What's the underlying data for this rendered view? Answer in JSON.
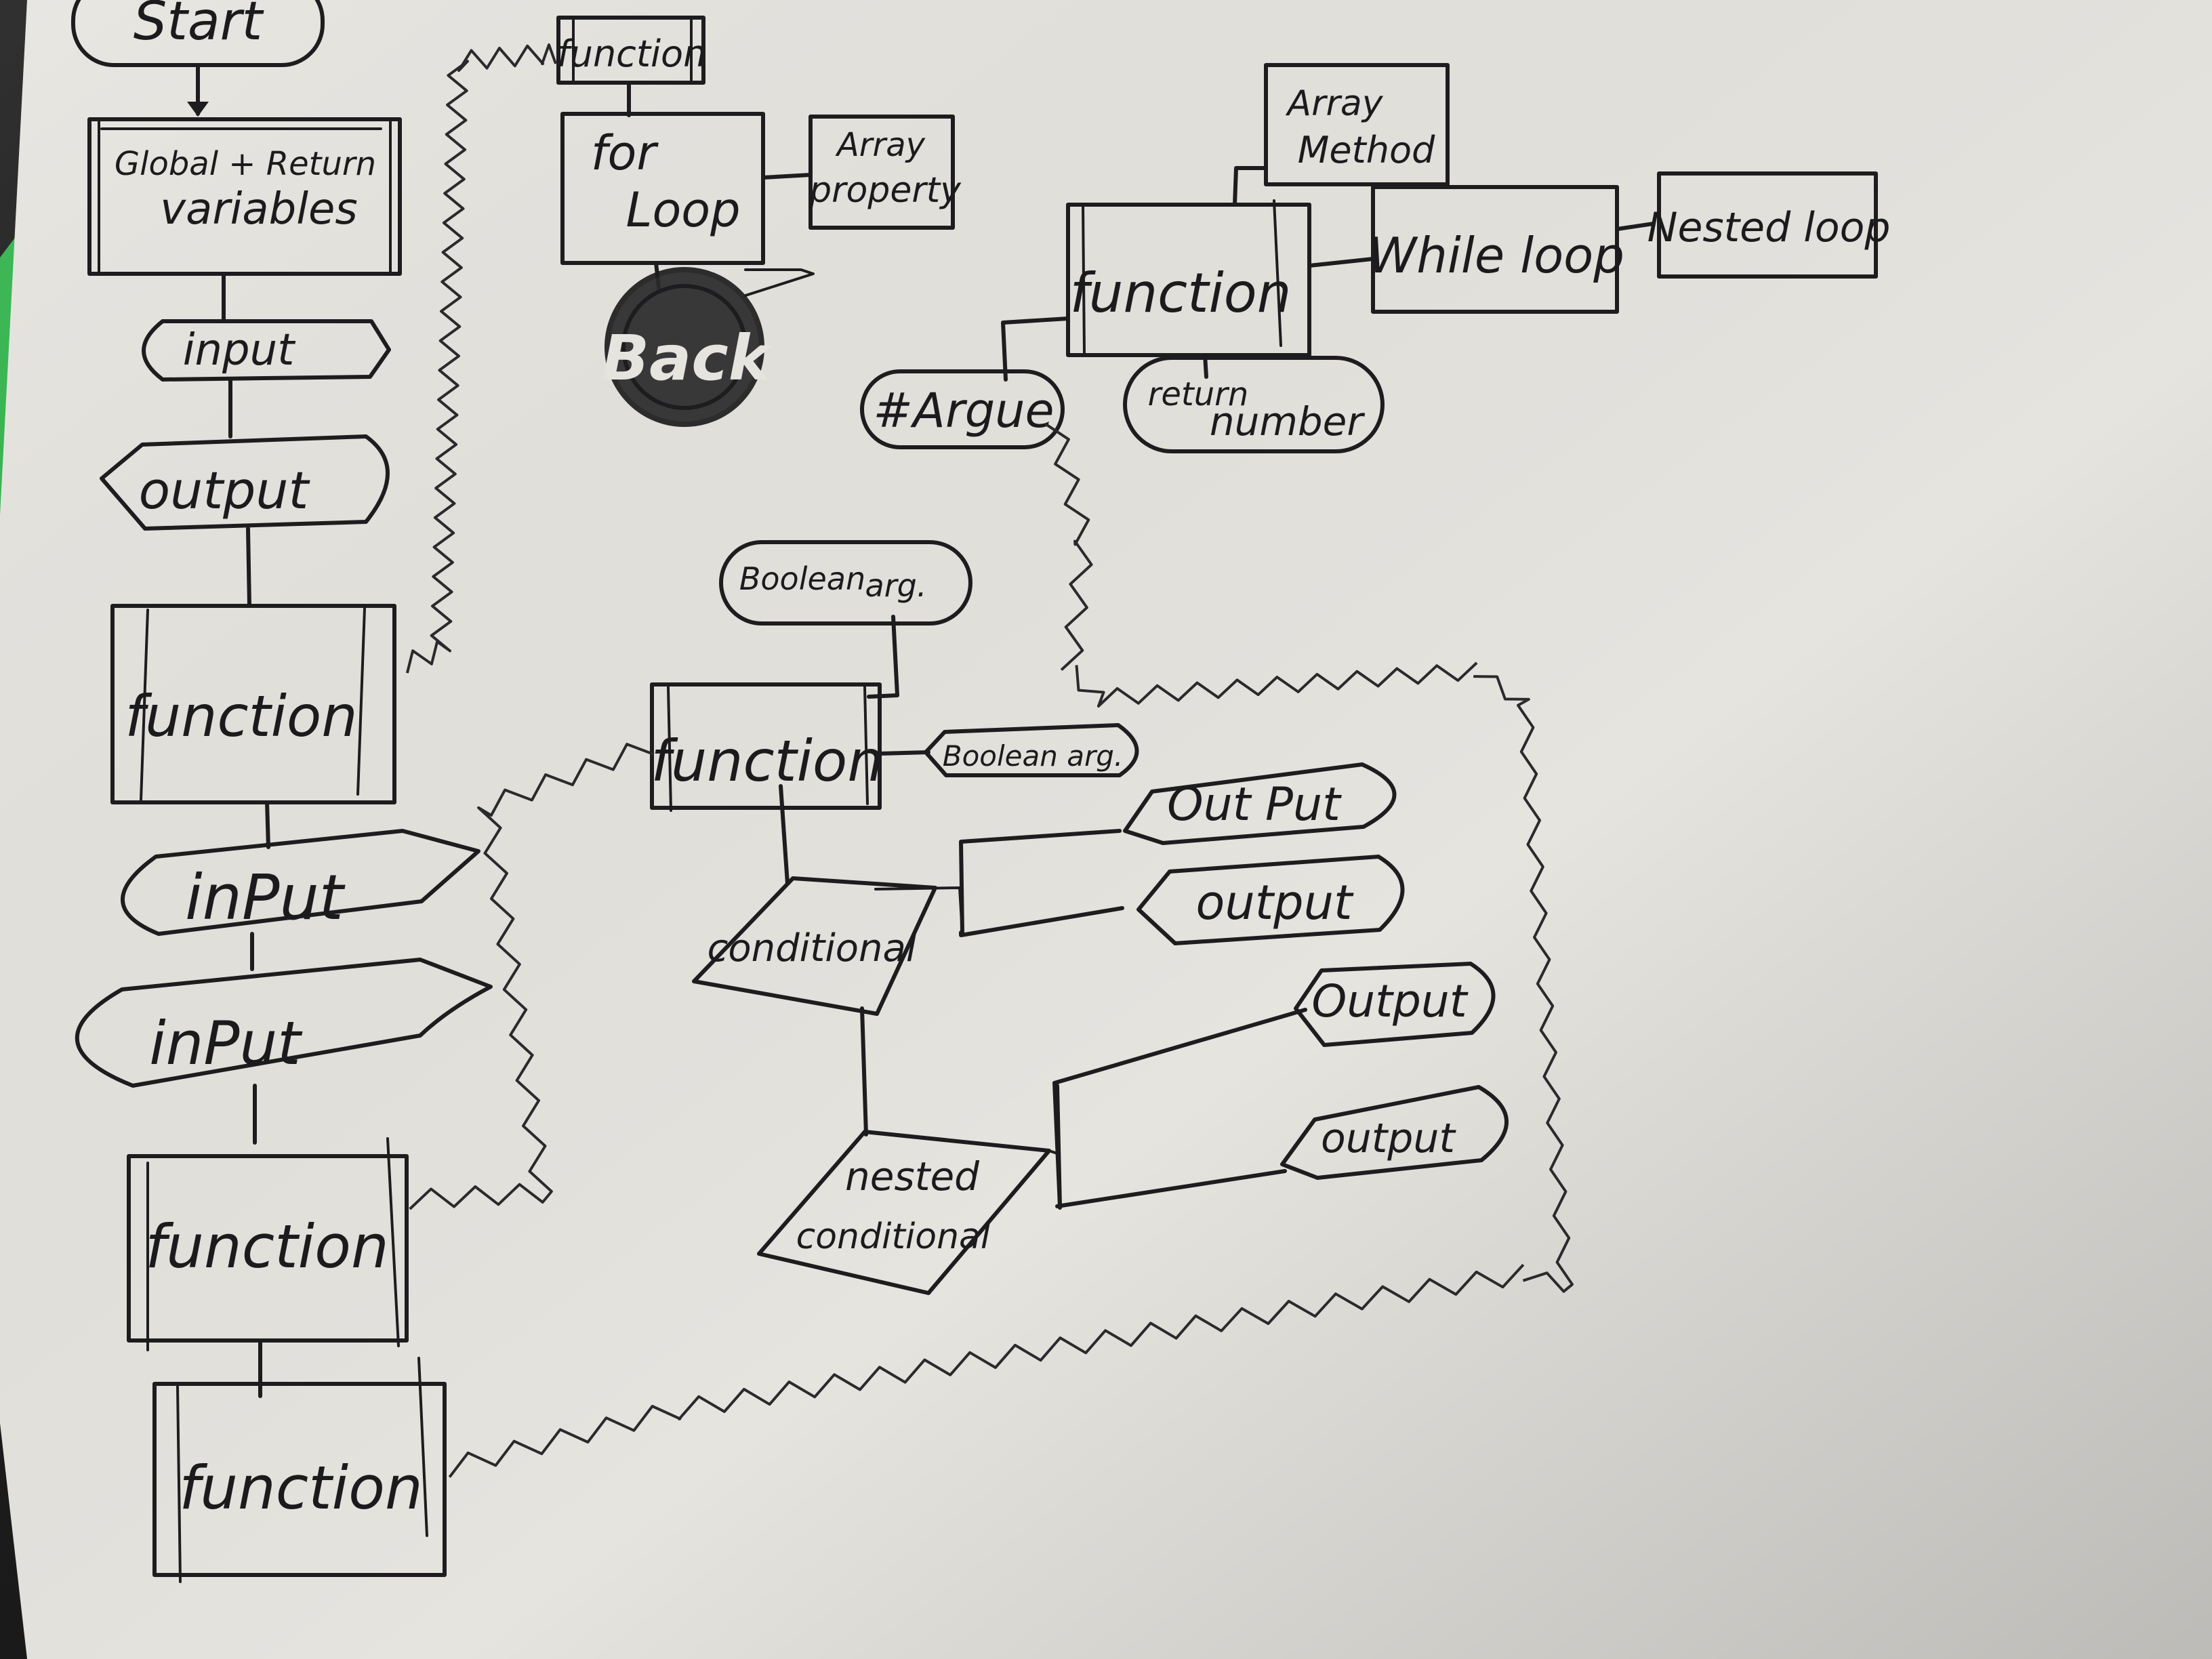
{
  "diagram": {
    "nodes": {
      "start": "Start",
      "globals": [
        "Global + Return",
        "variables"
      ],
      "input_1": "input",
      "output_1": "output",
      "function_1": "function",
      "input_2": "inPut",
      "input_3": "inPut",
      "function_2": "function",
      "function_3": "function",
      "function_top": "function",
      "for_loop": [
        "for",
        "Loop"
      ],
      "array_property": [
        "Array",
        "property"
      ],
      "back": "Back",
      "function_center": "function",
      "boolean_arg_top": [
        "Boolean",
        "arg."
      ],
      "boolean_arg_right": "Boolean arg.",
      "conditional": "conditional",
      "output_a": "Out Put",
      "output_b": "output",
      "output_c": "Output",
      "output_d": "output",
      "nested_conditional": [
        "nested",
        "conditional"
      ],
      "function_right": "function",
      "array_method": [
        "Array",
        "Method"
      ],
      "while_loop": "While loop",
      "nested_loop": "Nested loop",
      "argue": "#Argue",
      "return_number": [
        "return",
        "number"
      ]
    }
  },
  "colors": {
    "paper": "#e8e6e1",
    "ink": "#1d1d1f",
    "background_green": "#2fb34a",
    "table_edge": "#1a1a1a"
  }
}
